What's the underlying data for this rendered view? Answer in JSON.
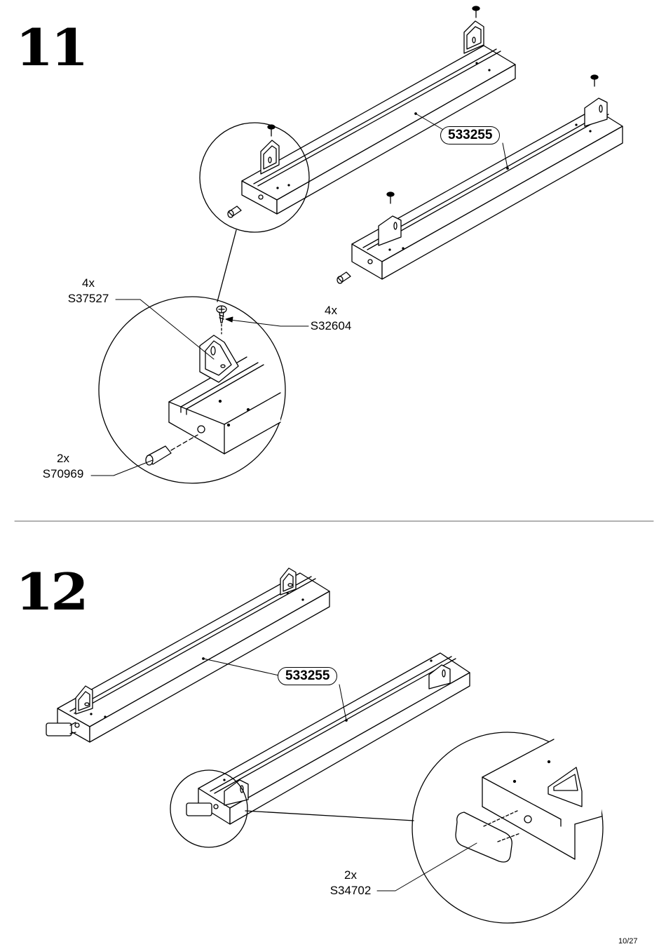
{
  "steps": [
    {
      "number": "11",
      "part_id": "533255",
      "parts": [
        {
          "qty": "4x",
          "code": "S37527"
        },
        {
          "qty": "4x",
          "code": "S32604"
        },
        {
          "qty": "2x",
          "code": "S70969"
        }
      ]
    },
    {
      "number": "12",
      "part_id": "533255",
      "parts": [
        {
          "qty": "2x",
          "code": "S34702"
        }
      ]
    }
  ],
  "page_number": "10/27"
}
